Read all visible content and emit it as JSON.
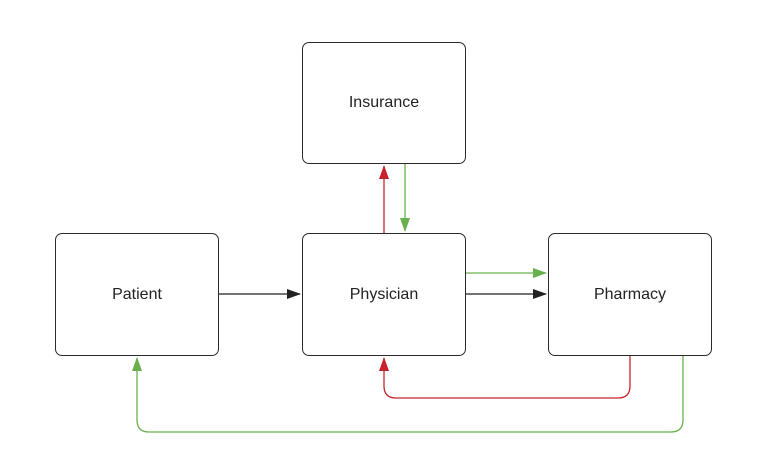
{
  "nodes": {
    "insurance": {
      "label": "Insurance"
    },
    "patient": {
      "label": "Patient"
    },
    "physician": {
      "label": "Physician"
    },
    "pharmacy": {
      "label": "Pharmacy"
    }
  },
  "edges": [
    {
      "from": "Patient",
      "to": "Physician",
      "color": "#222222"
    },
    {
      "from": "Physician",
      "to": "Insurance",
      "color": "#c8232c"
    },
    {
      "from": "Insurance",
      "to": "Physician",
      "color": "#6ab04c"
    },
    {
      "from": "Physician",
      "to": "Pharmacy",
      "color": "#6ab04c"
    },
    {
      "from": "Physician",
      "to": "Pharmacy",
      "color": "#222222"
    },
    {
      "from": "Pharmacy",
      "to": "Physician",
      "color": "#c8232c"
    },
    {
      "from": "Pharmacy",
      "to": "Patient",
      "color": "#6ab04c"
    }
  ],
  "colors": {
    "black": "#222222",
    "red": "#c8232c",
    "green": "#6ab04c"
  }
}
